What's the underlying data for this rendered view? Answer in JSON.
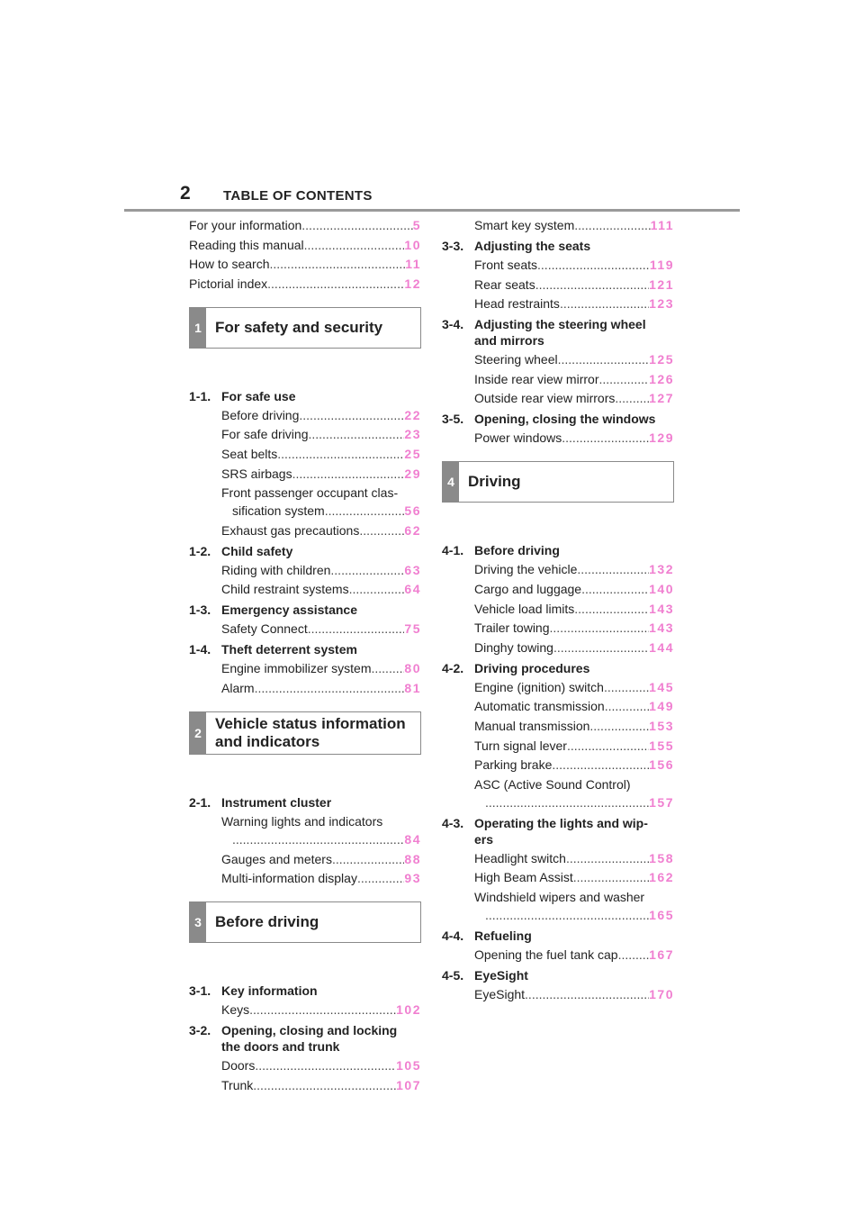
{
  "header": {
    "page_number": "2",
    "title": "TABLE OF CONTENTS"
  },
  "left": {
    "intro": [
      {
        "label": "For your information",
        "page": "5"
      },
      {
        "label": "Reading this manual",
        "page": "10"
      },
      {
        "label": "How to search",
        "page": "11"
      },
      {
        "label": "Pictorial index",
        "page": "12"
      }
    ],
    "ch1": {
      "num": "1",
      "title": "For safety and security"
    },
    "s11": {
      "num": "1-1.",
      "title": "For safe use"
    },
    "s11_items": [
      {
        "label": "Before driving",
        "page": "22"
      },
      {
        "label": "For safe driving",
        "page": "23"
      },
      {
        "label": "Seat belts",
        "page": "25"
      },
      {
        "label": "SRS airbags",
        "page": "29"
      }
    ],
    "s11_multi": {
      "line1": "Front passenger occupant clas-",
      "line2": "sification system",
      "page": "56"
    },
    "s11_last": {
      "label": "Exhaust gas precautions",
      "page": "62"
    },
    "s12": {
      "num": "1-2.",
      "title": "Child safety"
    },
    "s12_items": [
      {
        "label": "Riding with children",
        "page": "63"
      },
      {
        "label": "Child restraint systems",
        "page": "64"
      }
    ],
    "s13": {
      "num": "1-3.",
      "title": "Emergency assistance"
    },
    "s13_items": [
      {
        "label": "Safety Connect",
        "page": "75"
      }
    ],
    "s14": {
      "num": "1-4.",
      "title": "Theft deterrent system"
    },
    "s14_items": [
      {
        "label": "Engine immobilizer system",
        "page": "80"
      },
      {
        "label": "Alarm",
        "page": "81"
      }
    ],
    "ch2": {
      "num": "2",
      "title_line1": "Vehicle status information",
      "title_line2": "and indicators"
    },
    "s21": {
      "num": "2-1.",
      "title": "Instrument cluster"
    },
    "s21_multi": {
      "line1": "Warning lights and indicators",
      "page": "84"
    },
    "s21_items": [
      {
        "label": "Gauges and meters",
        "page": "88"
      },
      {
        "label": "Multi-information display",
        "page": "93"
      }
    ],
    "ch3": {
      "num": "3",
      "title": "Before driving"
    },
    "s31": {
      "num": "3-1.",
      "title": "Key information"
    },
    "s31_items": [
      {
        "label": "Keys",
        "page": "102"
      }
    ],
    "s32": {
      "num": "3-2.",
      "title_line1": "Opening, closing and locking",
      "title_line2": "the doors and trunk"
    },
    "s32_items": [
      {
        "label": "Doors",
        "page": "105"
      },
      {
        "label": "Trunk",
        "page": "107"
      }
    ]
  },
  "right": {
    "top_item": {
      "label": "Smart key system",
      "page": "111"
    },
    "s33": {
      "num": "3-3.",
      "title": "Adjusting the seats"
    },
    "s33_items": [
      {
        "label": "Front seats",
        "page": "119"
      },
      {
        "label": "Rear seats",
        "page": "121"
      },
      {
        "label": "Head restraints",
        "page": "123"
      }
    ],
    "s34": {
      "num": "3-4.",
      "title_line1": "Adjusting the steering wheel",
      "title_line2": "and mirrors"
    },
    "s34_items": [
      {
        "label": "Steering wheel",
        "page": "125"
      },
      {
        "label": "Inside rear view mirror",
        "page": "126"
      },
      {
        "label": "Outside rear view mirrors",
        "page": "127"
      }
    ],
    "s35": {
      "num": "3-5.",
      "title": "Opening, closing the windows"
    },
    "s35_items": [
      {
        "label": "Power windows",
        "page": "129"
      }
    ],
    "ch4": {
      "num": "4",
      "title": "Driving"
    },
    "s41": {
      "num": "4-1.",
      "title": "Before driving"
    },
    "s41_items": [
      {
        "label": "Driving the vehicle",
        "page": "132"
      },
      {
        "label": "Cargo and luggage",
        "page": "140"
      },
      {
        "label": "Vehicle load limits",
        "page": "143"
      },
      {
        "label": "Trailer towing",
        "page": "143"
      },
      {
        "label": "Dinghy towing",
        "page": "144"
      }
    ],
    "s42": {
      "num": "4-2.",
      "title": "Driving procedures"
    },
    "s42_items": [
      {
        "label": "Engine (ignition) switch",
        "page": "145"
      },
      {
        "label": "Automatic transmission",
        "page": "149"
      },
      {
        "label": "Manual transmission",
        "page": "153"
      },
      {
        "label": "Turn signal lever",
        "page": "155"
      },
      {
        "label": "Parking brake",
        "page": "156"
      }
    ],
    "s42_multi": {
      "line1": "ASC (Active Sound Control)",
      "page": "157"
    },
    "s43": {
      "num": "4-3.",
      "title_line1": "Operating the lights and wip-",
      "title_line2": "ers"
    },
    "s43_items": [
      {
        "label": "Headlight switch",
        "page": "158"
      },
      {
        "label": "High Beam Assist",
        "page": "162"
      }
    ],
    "s43_multi": {
      "line1": "Windshield wipers and washer",
      "page": "165"
    },
    "s44": {
      "num": "4-4.",
      "title": "Refueling"
    },
    "s44_items": [
      {
        "label": "Opening the fuel tank cap",
        "page": "167"
      }
    ],
    "s45": {
      "num": "4-5.",
      "title": "EyeSight"
    },
    "s45_items": [
      {
        "label": "EyeSight",
        "page": "170"
      }
    ]
  },
  "colors": {
    "page_link": "#f07fd0",
    "tab": "#8a8a8a"
  }
}
